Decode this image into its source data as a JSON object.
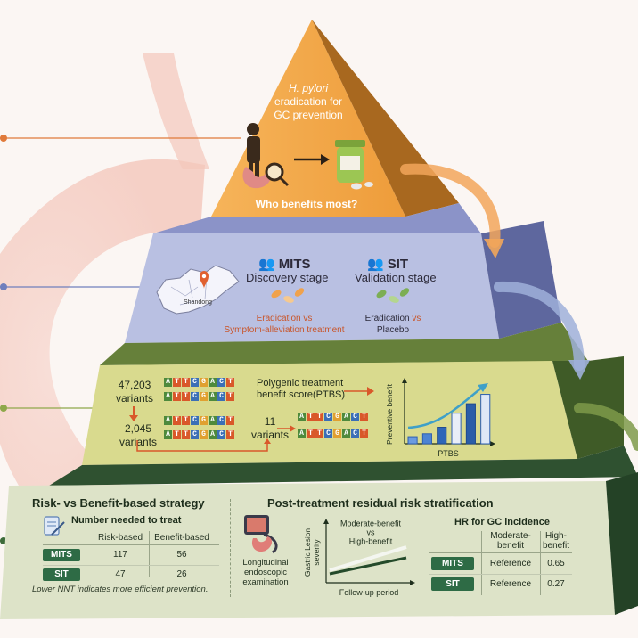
{
  "tier1": {
    "title_italic": "H. pylori",
    "title_rest": [
      "eradication for",
      "GC prevention"
    ],
    "question": "Who benefits most?"
  },
  "tier2": {
    "map_label": "Shandong",
    "mits": {
      "heading": "MITS",
      "stage": "Discovery stage",
      "line1": "Eradication vs",
      "line2": "Symptom-alleviation treatment"
    },
    "sit": {
      "heading": "SIT",
      "stage": "Validation stage",
      "line1": "Eradication",
      "vs": "vs",
      "line2": "Placebo"
    }
  },
  "tier3": {
    "v1_count": "47,203",
    "v1_word": "variants",
    "v2_count": "2,045",
    "v2_word": "variants",
    "v3_count": "11",
    "v3_word": "variants",
    "ptbs_line1": "Polygenic treatment",
    "ptbs_line2": "benefit score(PTBS)",
    "chart_ylabel": "Preventive benefit",
    "chart_xlabel": "PTBS"
  },
  "chart_data": {
    "type": "bar",
    "categories": [
      "1",
      "2",
      "3",
      "4",
      "5",
      "6"
    ],
    "values": [
      12,
      17,
      28,
      52,
      68,
      84
    ],
    "ylim": [
      0,
      100
    ],
    "xlabel": "PTBS",
    "ylabel": "Preventive benefit",
    "trend_arrow": true,
    "grid": false
  },
  "tier4": {
    "left_title": "Risk- vs Benefit-based strategy",
    "nnt_title": "Number needed to treat",
    "col_risk": "Risk-based",
    "col_benefit": "Benefit-based",
    "rows": [
      {
        "label": "MITS",
        "risk": "117",
        "benefit": "56"
      },
      {
        "label": "SIT",
        "risk": "47",
        "benefit": "26"
      }
    ],
    "footnote": "Lower NNT indicates more efficient prevention.",
    "right_title": "Post-treatment residual risk stratification",
    "endo_line1": "Longitudinal",
    "endo_line2": "endoscopic",
    "endo_line3": "examination",
    "plot_y1": "Gastric Lesion",
    "plot_y2": "severity",
    "plot_x": "Follow-up period",
    "plot_legend1": "Moderate-benefit",
    "plot_legend_vs": "vs",
    "plot_legend2": "High-benefit",
    "hr_title": "HR for GC incidence",
    "hr_col1a": "Moderate-",
    "hr_col1b": "benefit",
    "hr_col2a": "High-",
    "hr_col2b": "benefit",
    "hr_rows": [
      {
        "label": "MITS",
        "moderate": "Reference",
        "high": "0.65"
      },
      {
        "label": "SIT",
        "moderate": "Reference",
        "high": "0.27"
      }
    ]
  },
  "colors": {
    "tier1_orange": "#f0a746",
    "tier2_lavender": "#b4bbdf",
    "tier3_olive": "#d8d98c",
    "tier4_green": "#4c7a42",
    "accent_red": "#e0602b",
    "bar_blue": "#2e5fb0"
  }
}
